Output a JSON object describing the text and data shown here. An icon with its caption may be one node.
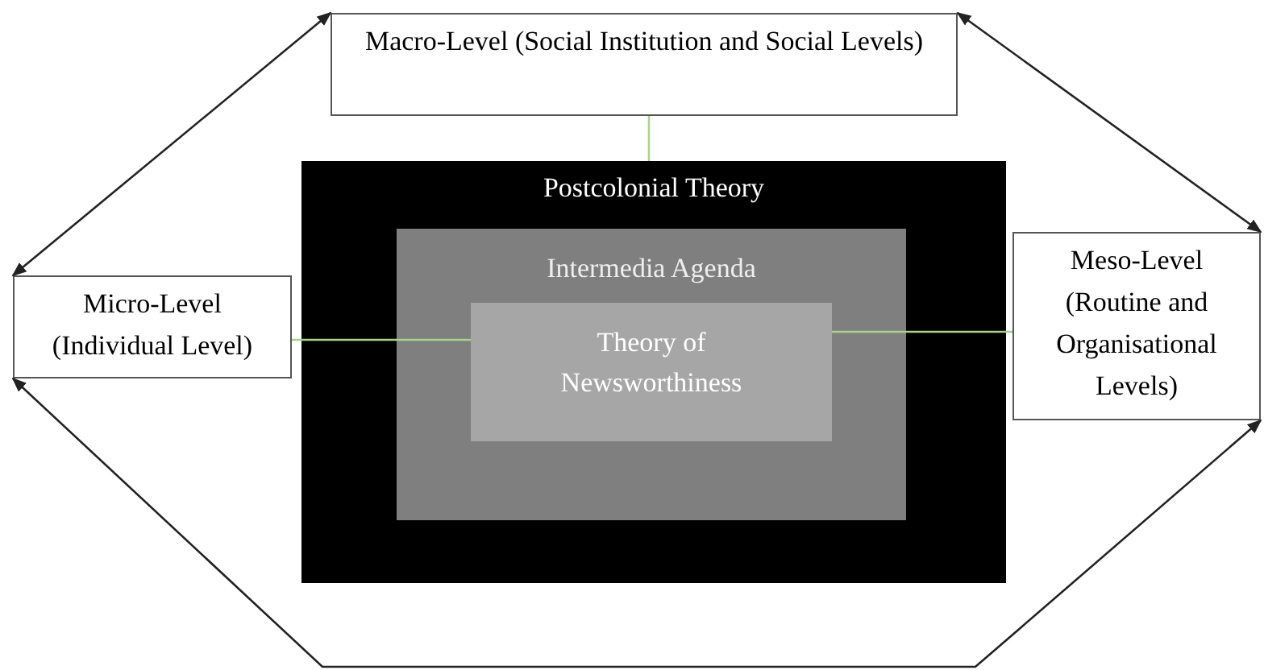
{
  "diagram": {
    "nodes": [
      {
        "text": [
          "Macro-Level (Social Institution and Social Levels)"
        ]
      },
      {
        "text": [
          "Postcolonial Theory"
        ]
      },
      {
        "text": [
          "Intermedia Agenda"
        ],
        "in": 1
      },
      {
        "text": [
          "Theory of Newsworthiness"
        ],
        "in": 2
      },
      {
        "text": [
          "Micro-Level (Individual Level)"
        ]
      },
      {
        "text": [
          "Meso-Level (Routine and Organisational Levels)"
        ]
      }
    ],
    "edges": [
      {
        "from": 0,
        "to": 1,
        "arrow": "none",
        "color": "#a9d18e"
      },
      {
        "from": 4,
        "to": 3,
        "arrow": "none",
        "color": "#a9d18e"
      },
      {
        "from": 5,
        "to": 3,
        "arrow": "none",
        "color": "#a9d18e"
      },
      {
        "from": 0,
        "to": 4,
        "arrow": "both",
        "color": "#222222"
      },
      {
        "from": 0,
        "to": 5,
        "arrow": "both",
        "color": "#222222"
      },
      {
        "from": 4,
        "to": 5,
        "arrow": "both",
        "color": "#222222"
      }
    ]
  }
}
